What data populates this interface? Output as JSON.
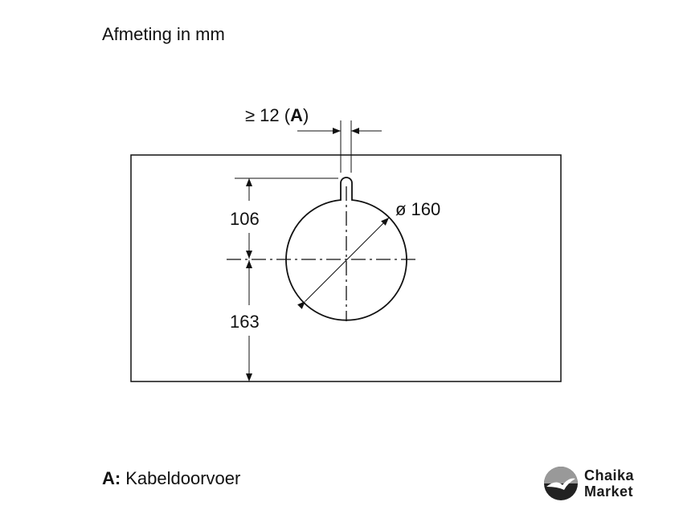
{
  "title": "Afmeting in mm",
  "dimensions": {
    "gap": "≥ 12 (",
    "gap_ref": "A",
    "gap_close": ")",
    "top": "106",
    "bottom": "163",
    "diameter": "ø 160"
  },
  "legend": {
    "key": "A:",
    "text": "Kabeldoorvoer"
  },
  "logo": {
    "line1": "Chaika",
    "line2": "Market"
  }
}
